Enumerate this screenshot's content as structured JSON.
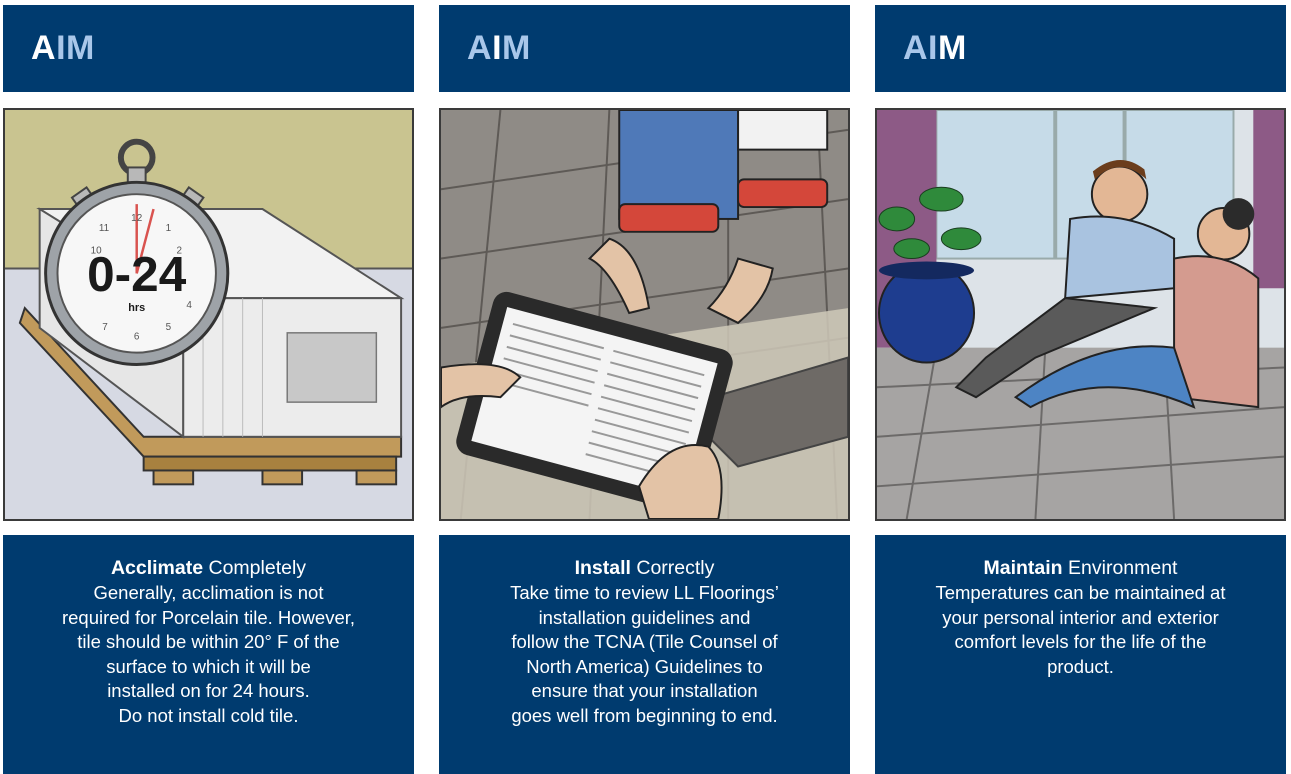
{
  "panels": [
    {
      "header": {
        "letter_first": "A",
        "letter_rest": "IM"
      },
      "image": {
        "stopwatch_text": "0-24",
        "stopwatch_unit": "hrs"
      },
      "caption": {
        "bold": "Acclimate",
        "rest": " Completely",
        "lines": [
          "Generally, acclimation is not",
          "required for Porcelain tile. However,",
          "tile should be within 20° F of the",
          "surface to which it will be",
          "installed on for 24 hours.",
          "Do not install cold tile."
        ]
      }
    },
    {
      "header": {
        "letter_first": "A",
        "letter_mid": "I",
        "letter_rest": "M"
      },
      "image": {},
      "caption": {
        "bold": "Install",
        "rest": " Correctly",
        "lines": [
          "Take time to review LL Floorings’",
          "installation guidelines and",
          "follow the TCNA (Tile Counsel of",
          "North America) Guidelines to",
          "ensure that your installation",
          "goes well from beginning to end."
        ]
      }
    },
    {
      "header": {
        "letter_first": "AI",
        "letter_rest": "M"
      },
      "image": {},
      "caption": {
        "bold": "Maintain",
        "rest": " Environment",
        "lines": [
          "Temperatures can be maintained at",
          "your personal interior and exterior",
          "comfort levels for the life of the",
          "product."
        ]
      }
    }
  ]
}
